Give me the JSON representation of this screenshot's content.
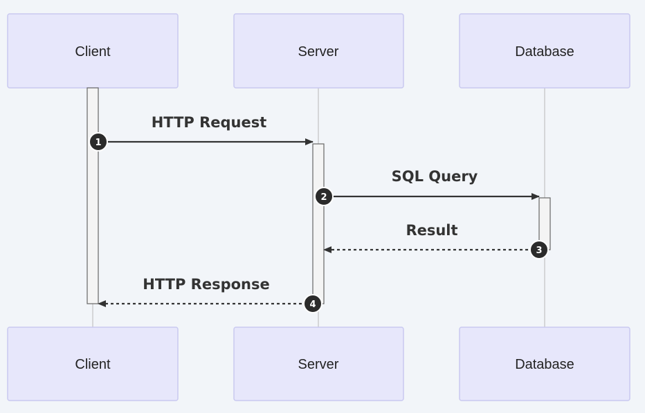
{
  "participants": {
    "client": "Client",
    "server": "Server",
    "database": "Database"
  },
  "messages": [
    {
      "number": "1",
      "label": "HTTP Request",
      "from": "client",
      "to": "server",
      "style": "solid"
    },
    {
      "number": "2",
      "label": "SQL Query",
      "from": "server",
      "to": "database",
      "style": "solid"
    },
    {
      "number": "3",
      "label": "Result",
      "from": "database",
      "to": "server",
      "style": "dashed"
    },
    {
      "number": "4",
      "label": "HTTP Response",
      "from": "server",
      "to": "client",
      "style": "dashed"
    }
  ],
  "colors": {
    "background": "#f2f5f9",
    "actor_fill": "#e7e7fb",
    "actor_border": "#c9c9f0",
    "message_line": "#333333",
    "badge_fill": "#2b2b2b"
  }
}
